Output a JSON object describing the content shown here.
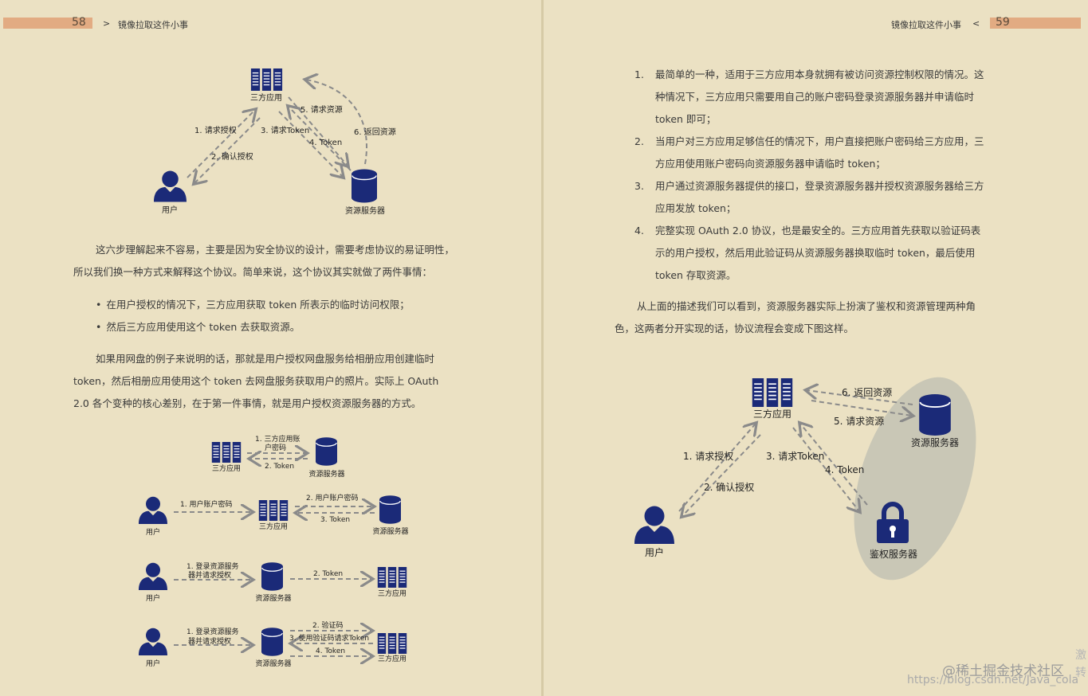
{
  "header": {
    "left_page_number": "58",
    "left_separator": ">",
    "left_chapter_title": "镜像拉取这件小事",
    "right_chapter_title": "镜像拉取这件小事",
    "right_separator": "<",
    "right_page_number": "59"
  },
  "labels": {
    "third_party_app": "三方应用",
    "user": "用户",
    "resource_server": "资源服务器",
    "auth_server": "鉴权服务器"
  },
  "diagram_top": {
    "edges": [
      "1. 请求授权",
      "2. 确认授权",
      "3. 请求Token",
      "4. Token",
      "5. 请求资源",
      "6. 返回资源"
    ]
  },
  "left_text": {
    "para1_line1": "这六步理解起来不容易，主要是因为安全协议的设计，需要考虑协议的易证明性，",
    "para1_line2": "所以我们换一种方式来解释这个协议。简单来说，这个协议其实就做了两件事情：",
    "bullet1": "在用户授权的情况下，三方应用获取 token 所表示的临时访问权限；",
    "bullet2": "然后三方应用使用这个 token 去获取资源。",
    "para2_line1": "如果用网盘的例子来说明的话，那就是用户授权网盘服务给相册应用创建临时",
    "para2_line2": "token，然后相册应用使用这个 token 去网盘服务获取用户的照片。实际上 OAuth",
    "para2_line3": "2.0 各个变种的核心差别，在于第一件事情，就是用户授权资源服务器的方式。"
  },
  "diagram_variants": {
    "v1_edge1_line1": "1. 三方应用账",
    "v1_edge1_line2": "户密码",
    "v1_edge2": "2. Token",
    "v2_edge1": "1. 用户账户密码",
    "v2_edge2": "2. 用户账户密码",
    "v2_edge3": "3. Token",
    "v3_edge1_line1": "1. 登录资源服务",
    "v3_edge1_line2": "器并请求授权",
    "v3_edge2": "2. Token",
    "v4_edge1_line1": "1. 登录资源服务",
    "v4_edge1_line2": "器并请求授权",
    "v4_edge2": "2. 验证码",
    "v4_edge3": "3. 使用验证码请求Token",
    "v4_edge4": "4. Token"
  },
  "right_text": {
    "items": [
      {
        "num": "1.",
        "lines": [
          "最简单的一种，适用于三方应用本身就拥有被访问资源控制权限的情况。这",
          "种情况下，三方应用只需要用自己的账户密码登录资源服务器并申请临时",
          "token 即可；"
        ]
      },
      {
        "num": "2.",
        "lines": [
          "当用户对三方应用足够信任的情况下，用户直接把账户密码给三方应用，三",
          "方应用使用账户密码向资源服务器申请临时 token；"
        ]
      },
      {
        "num": "3.",
        "lines": [
          "用户通过资源服务器提供的接口，登录资源服务器并授权资源服务器给三方",
          "应用发放 token；"
        ]
      },
      {
        "num": "4.",
        "lines": [
          "完整实现 OAuth 2.0 协议，也是最安全的。三方应用首先获取以验证码表",
          "示的用户授权，然后用此验证码从资源服务器换取临时 token，最后使用",
          "token 存取资源。"
        ]
      }
    ],
    "para_line1": "从上面的描述我们可以看到，资源服务器实际上扮演了鉴权和资源管理两种角",
    "para_line2": "色，这两者分开实现的话，协议流程会变成下图这样。"
  },
  "diagram_bottom": {
    "edges": [
      "6. 返回资源",
      "5. 请求资源",
      "1. 请求授权",
      "2. 确认授权",
      "3. 请求Token",
      "4. Token"
    ]
  },
  "watermark": {
    "line1": "@稀土掘金技术社区",
    "line2": "https://blog.csdn.net/Java_cola",
    "edge_chars": "激转"
  },
  "colors": {
    "icon_navy": "#1b2a78",
    "arrow_gray": "#8a8a8a",
    "header_orange": "#e2ab82"
  }
}
